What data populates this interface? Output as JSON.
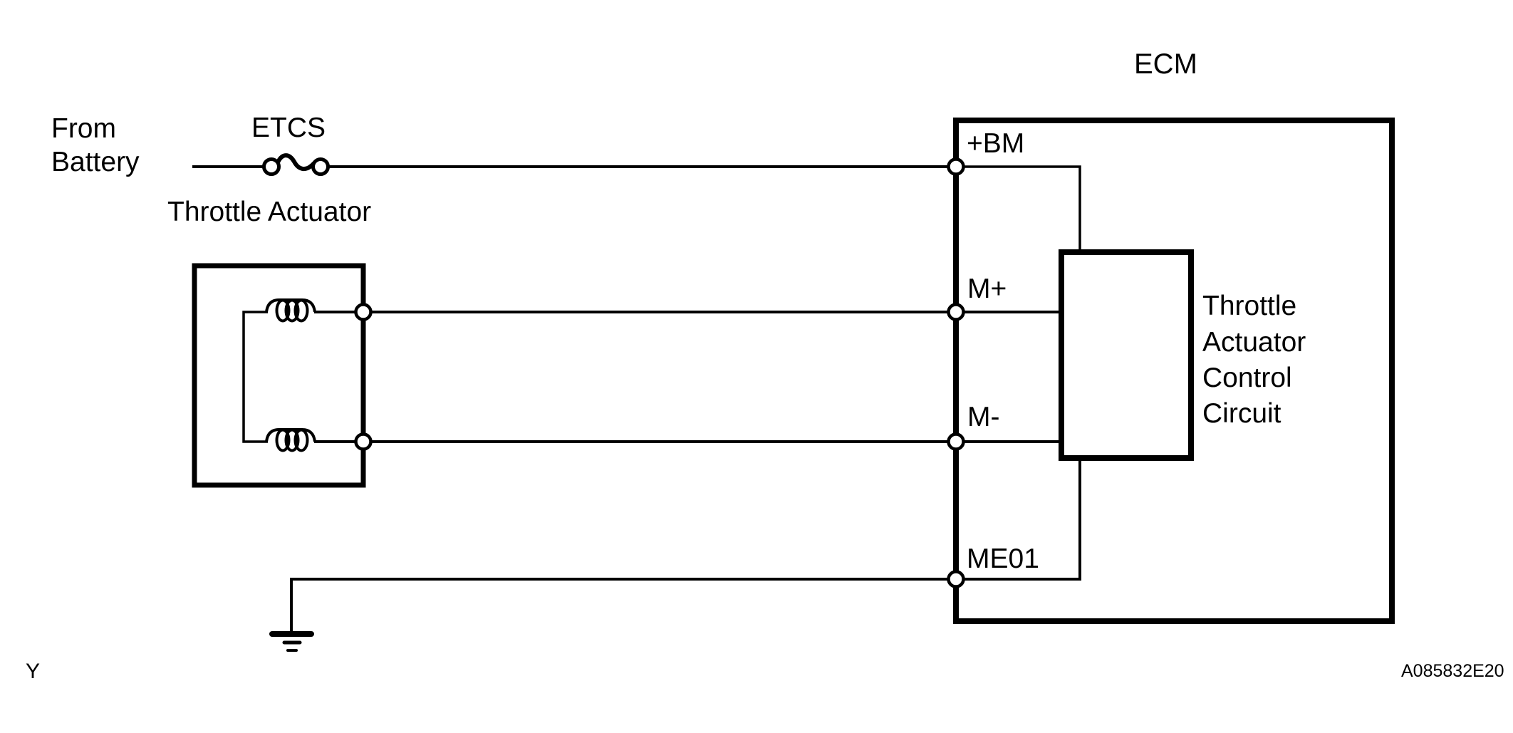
{
  "diagram": {
    "ecm_title": "ECM",
    "source": {
      "line1": "From",
      "line2": "Battery"
    },
    "fuse_label": "ETCS",
    "actuator_label": "Throttle Actuator",
    "terminals": {
      "bm": "+BM",
      "m_plus": "M+",
      "m_minus": "M-",
      "me01": "ME01"
    },
    "control_circuit": {
      "line1": "Throttle",
      "line2": "Actuator",
      "line3": "Control",
      "line4": "Circuit"
    },
    "page_marker": "Y",
    "figure_code": "A085832E20",
    "colors": {
      "line": "#000000",
      "background": "#ffffff"
    }
  }
}
